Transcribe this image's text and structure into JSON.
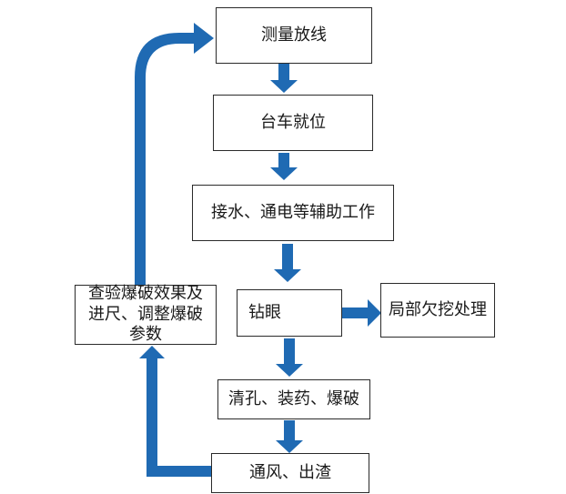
{
  "colors": {
    "arrow": "#1F6AB3",
    "border": "#2a2a2a",
    "text": "#1a1a1a"
  },
  "steps": {
    "survey": "测量放线",
    "trolley": "台车就位",
    "water_power": "接水、通电等辅助工作",
    "drill": "钻眼",
    "underbreak": "局部欠挖处理",
    "load_blast": "清孔、装药、爆破",
    "ventilate": "通风、出渣",
    "check_adjust": "查验爆破效果及进尺、调整爆破参数"
  }
}
